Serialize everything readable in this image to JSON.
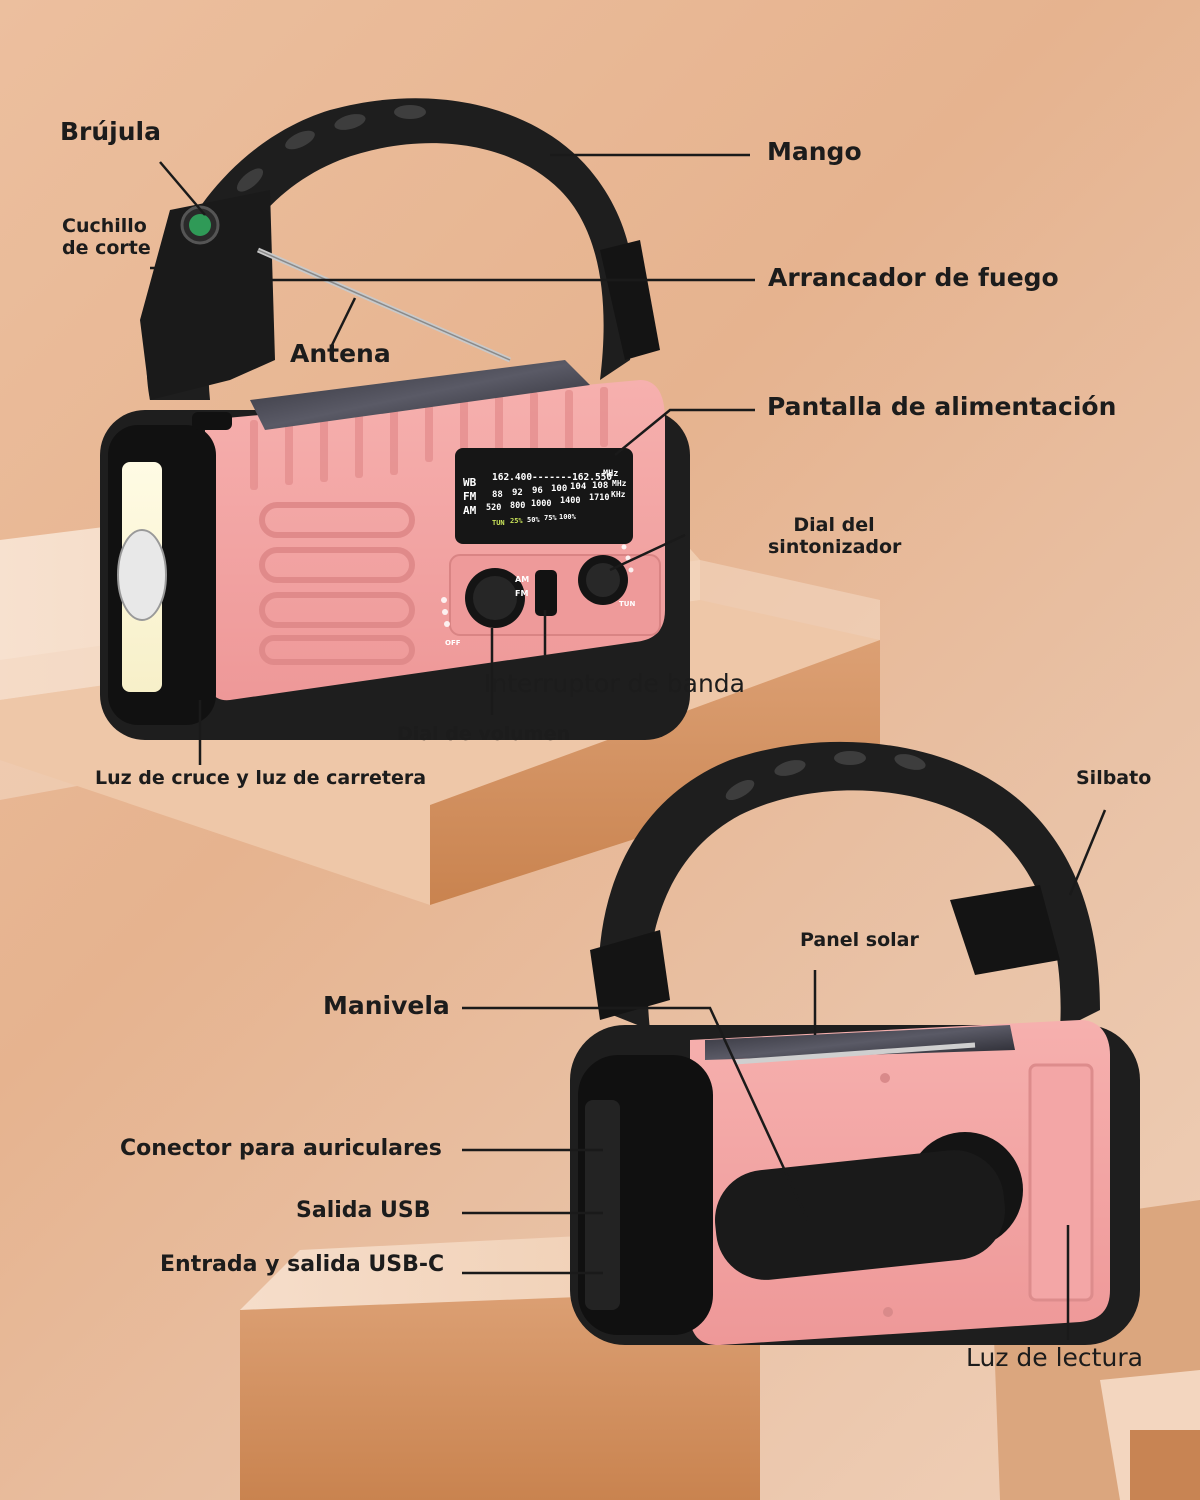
{
  "colors": {
    "body_pink": "#f2a2a2",
    "body_pink_dark": "#e58f8f",
    "rubber_black": "#1e1e1e",
    "display_black": "#161616",
    "display_text": "#ffffff",
    "level_green": "#c9e35a",
    "step_light": "#f6ddc8",
    "step_dark": "#cf8b5a",
    "leader_line": "#1a1a1a"
  },
  "display": {
    "row1": {
      "band": "WB",
      "scale": "162.400-------162.550",
      "unit": "MHz"
    },
    "row2": {
      "band": "FM",
      "values": [
        "88",
        "92",
        "96",
        "100",
        "104",
        "108"
      ],
      "unit": "MHz"
    },
    "row3": {
      "band": "AM",
      "values": [
        "520",
        "800",
        "1000",
        "1400",
        "1710"
      ],
      "unit": "KHz"
    },
    "row4": {
      "label": "TUN",
      "levels": [
        "25%",
        "50%",
        "75%",
        "100%"
      ]
    }
  },
  "knob_marks": {
    "band_am": "AM",
    "band_fm": "FM",
    "volume_off": "OFF",
    "tuner_tun": "TUN"
  },
  "labels": {
    "compass": "Brújula",
    "cutting_knife": "Cuchillo\nde corte",
    "handle": "Mango",
    "fire_starter": "Arrancador de fuego",
    "antenna": "Antena",
    "power_display": "Pantalla de alimentación",
    "tuner_dial": "Dial del\nsintonizador",
    "band_switch": "Interruptor de banda",
    "volume_dial": "Dial de volumen",
    "dipped_main_beam": "Luz de cruce y luz de carretera",
    "whistle": "Silbato",
    "solar_panel": "Panel solar",
    "crank": "Manivela",
    "headphone_jack": "Conector para auriculares",
    "usb_output": "Salida USB",
    "usbc_io": "Entrada y salida USB-C",
    "reading_light": "Luz de lectura"
  }
}
